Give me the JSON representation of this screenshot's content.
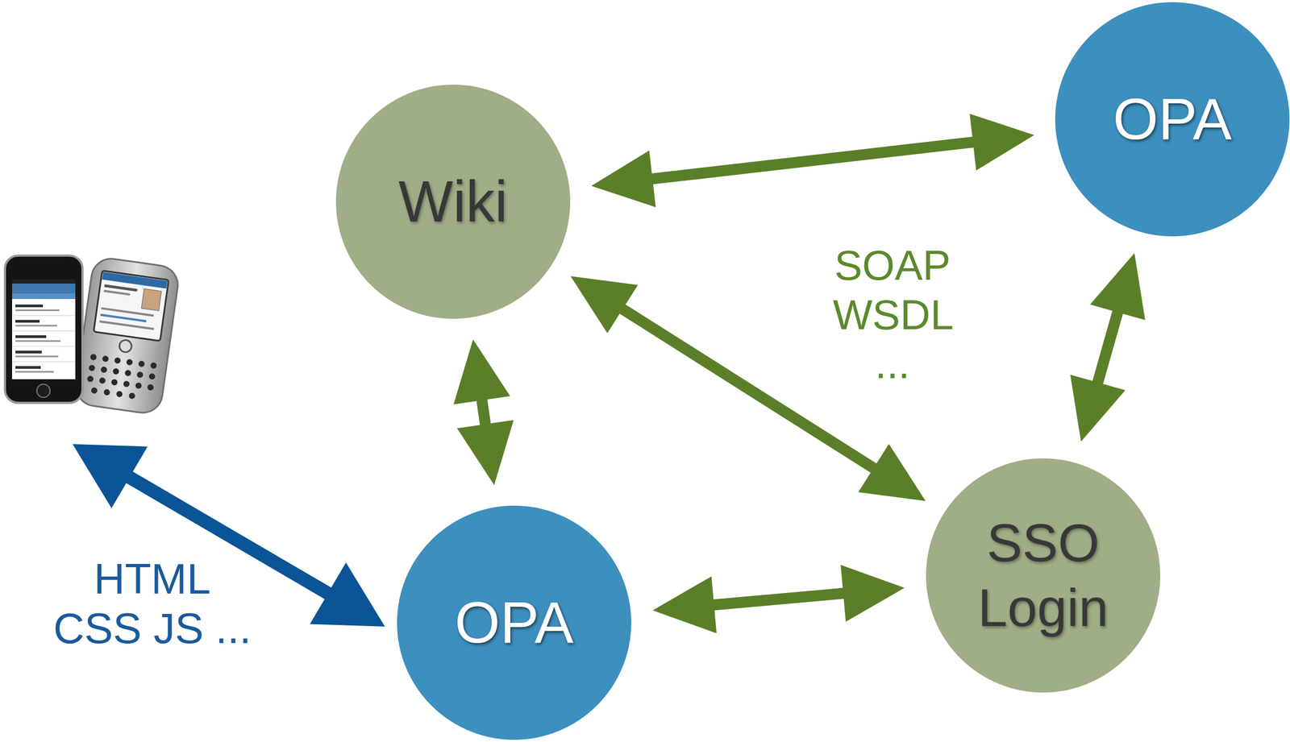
{
  "diagram": {
    "nodes": [
      {
        "text": [
          "Wiki"
        ]
      },
      {
        "text": [
          "OPA"
        ]
      },
      {
        "text": [
          "OPA"
        ]
      },
      {
        "text": [
          "SSO Login"
        ]
      }
    ],
    "edges": [
      {
        "from": 0,
        "to": 1,
        "arrow": "both"
      },
      {
        "from": 0,
        "to": 2,
        "arrow": "both"
      },
      {
        "from": 0,
        "to": 3,
        "arrow": "both"
      },
      {
        "from": 2,
        "to": 3,
        "arrow": "both"
      },
      {
        "from": 3,
        "to": 1,
        "arrow": "both"
      }
    ],
    "labels": [
      "SOAP WSDL ...",
      "HTML CSS JS ..."
    ]
  }
}
